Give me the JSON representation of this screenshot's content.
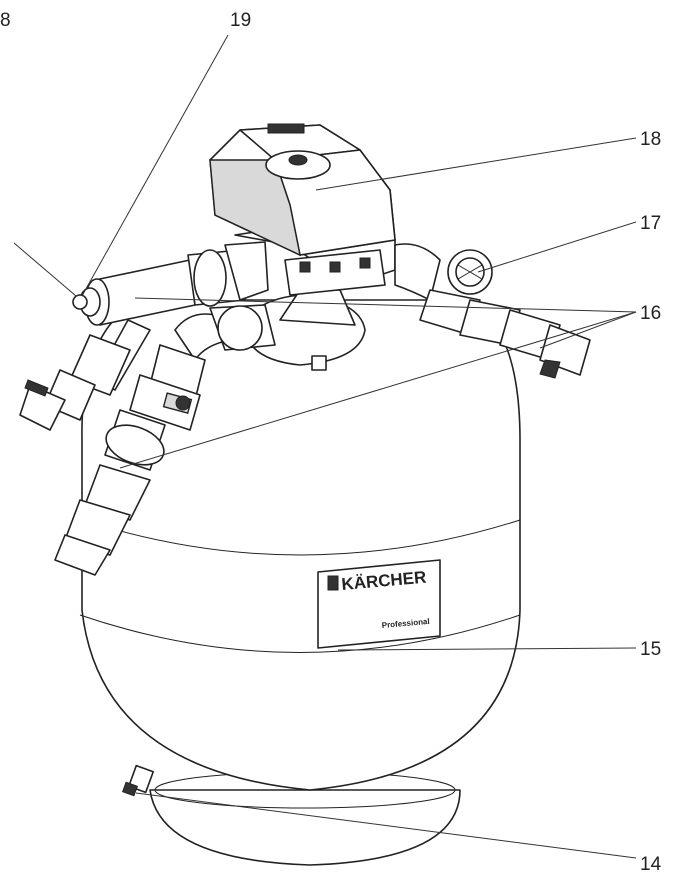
{
  "callouts": {
    "c8": "8",
    "c19": "19",
    "c18": "18",
    "c17": "17",
    "c16": "16",
    "c15": "15",
    "c14": "14"
  },
  "label_plate": {
    "brand": "KÄRCHER",
    "sub": "Professional"
  },
  "colors": {
    "line": "#222222",
    "fill": "#ffffff",
    "shade": "#d9d9d9"
  }
}
